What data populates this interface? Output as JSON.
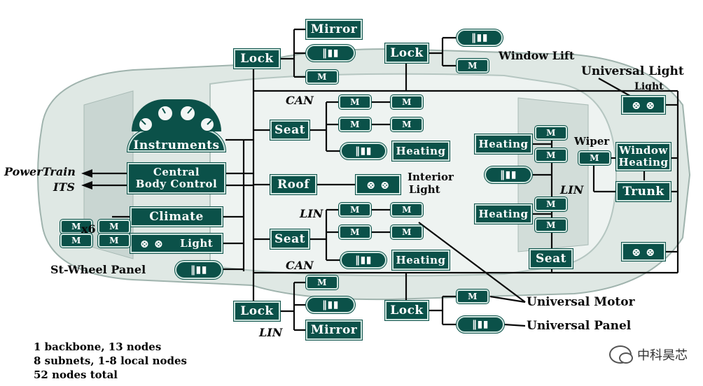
{
  "ecus": {
    "instruments": "Instruments",
    "central_body_control_1": "Central",
    "central_body_control_2": "Body Control",
    "climate": "Climate",
    "light_left": "Light",
    "lock_top_left": "Lock",
    "lock_top_right": "Lock",
    "lock_bottom_left": "Lock",
    "lock_bottom_right": "Lock",
    "mirror_top": "Mirror",
    "mirror_bottom": "Mirror",
    "seat_front": "Seat",
    "seat_rear": "Seat",
    "seat_back": "Seat",
    "roof": "Roof",
    "heating_front": "Heating",
    "heating_rear": "Heating",
    "heating_back_1": "Heating",
    "heating_back_2": "Heating",
    "window_heating_1": "Window",
    "window_heating_2": "Heating",
    "trunk": "Trunk",
    "light_right": "Light"
  },
  "labels": {
    "powertrain": "PowerTrain",
    "its": "ITS",
    "x6": "x6",
    "st_wheel_panel": "St-Wheel Panel",
    "can_top": "CAN",
    "can_bottom": "CAN",
    "lin_front": "LIN",
    "lin_bottom": "LIN",
    "lin_right": "LIN",
    "window_lift": "Window Lift",
    "universal_light": "Universal Light",
    "wiper": "Wiper",
    "interior_light_1": "Interior",
    "interior_light_2": "Light",
    "universal_motor": "Universal Motor",
    "universal_panel": "Universal Panel",
    "motor_symbol": "M"
  },
  "legend": {
    "line1": "1 backbone, 13 nodes",
    "line2": "8 subnets, 1-8 local nodes",
    "line3": "52 nodes total"
  },
  "watermark": "中科昊芯",
  "colors": {
    "node": "#0b5149",
    "line": "#0a0a0a",
    "car": "#dfe8e4"
  }
}
